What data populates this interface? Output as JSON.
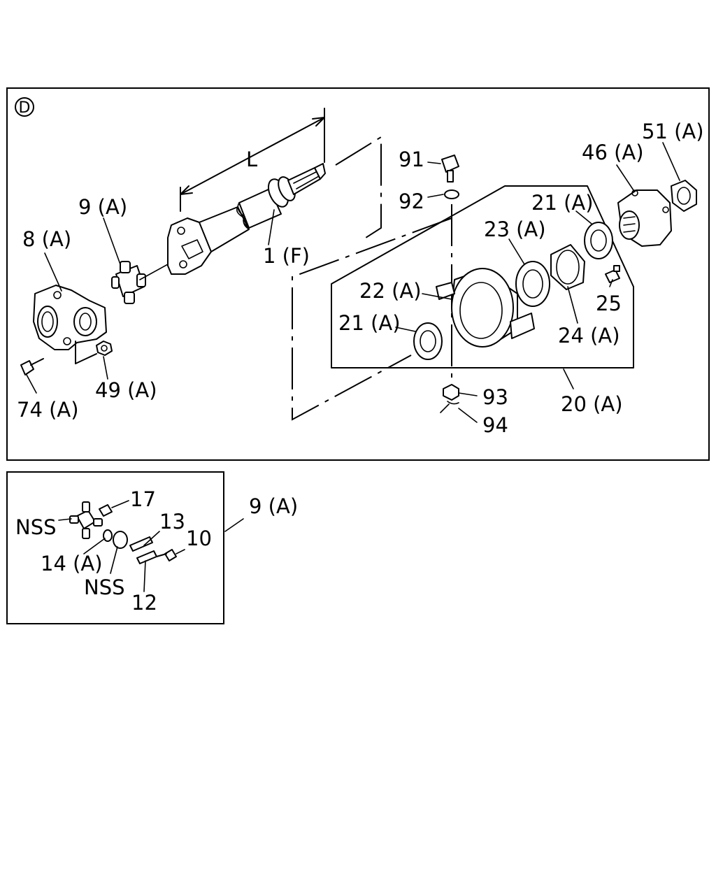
{
  "main_panel": {
    "section_marker": "D",
    "dimension_label": "L",
    "callouts": {
      "c_1f": "1 (F)",
      "c_8a": "8 (A)",
      "c_9a": "9 (A)",
      "c_74a": "74 (A)",
      "c_49a": "49 (A)",
      "c_91": "91",
      "c_92": "92",
      "c_93": "93",
      "c_94": "94",
      "c_20a": "20 (A)",
      "c_21a_top": "21 (A)",
      "c_21a_left": "21 (A)",
      "c_22a": "22 (A)",
      "c_23a": "23 (A)",
      "c_24a": "24 (A)",
      "c_25": "25",
      "c_46a": "46 (A)",
      "c_51a": "51 (A)"
    }
  },
  "detail_panel": {
    "title": "9 (A)",
    "callouts": {
      "nss_1": "NSS",
      "nss_2": "NSS",
      "c_17": "17",
      "c_13": "13",
      "c_10": "10",
      "c_12": "12",
      "c_14a": "14 (A)"
    }
  }
}
